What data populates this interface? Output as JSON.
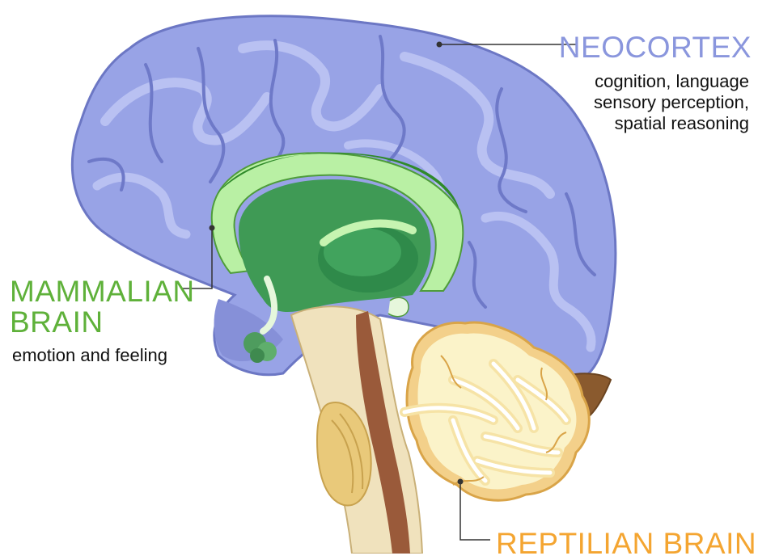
{
  "labels": {
    "neocortex": {
      "title": "NEOCORTEX",
      "description_lines": [
        "cognition, language",
        "sensory perception,",
        "spatial reasoning"
      ]
    },
    "mammalian": {
      "title_lines": [
        "MAMMALIAN",
        "BRAIN"
      ],
      "description": "emotion and feeling"
    },
    "reptilian": {
      "title": "REPTILIAN BRAIN"
    }
  },
  "colors": {
    "neocortex": "#8a96dd",
    "mammalian": "#5fb13a",
    "reptilian": "#f4a531",
    "description_text": "#111111",
    "leader_line": "#333333"
  }
}
